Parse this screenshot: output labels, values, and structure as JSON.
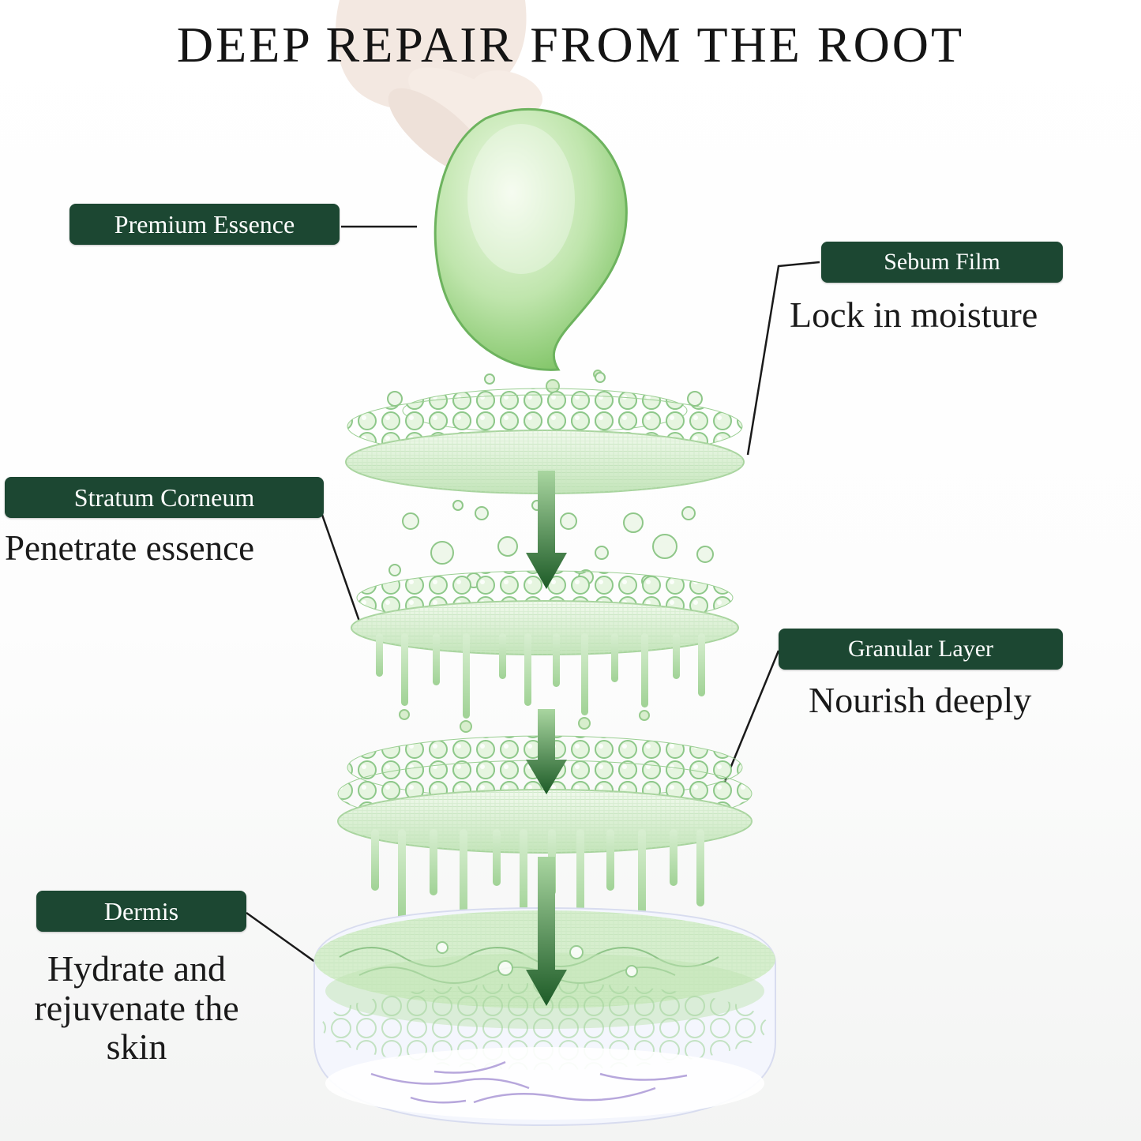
{
  "title": "DEEP REPAIR FROM THE ROOT",
  "callouts": {
    "premium_essence": {
      "label": "Premium Essence"
    },
    "sebum_film": {
      "label": "Sebum Film",
      "desc": "Lock in moisture"
    },
    "stratum_corneum": {
      "label": "Stratum Corneum",
      "desc": "Penetrate essence"
    },
    "granular_layer": {
      "label": "Granular Layer",
      "desc": "Nourish deeply"
    },
    "dermis": {
      "label": "Dermis",
      "desc": "Hydrate and rejuvenate the skin"
    }
  },
  "colors": {
    "label_bg": "#1c4732",
    "label_text": "#ffffff",
    "title_text": "#141414",
    "essence_green": "#7cc262",
    "layer_green": "#cdeac3",
    "arrow_green": "#1d5b27",
    "vein_purple": "#b7a7dc",
    "connector_line": "#1a1a1a"
  }
}
